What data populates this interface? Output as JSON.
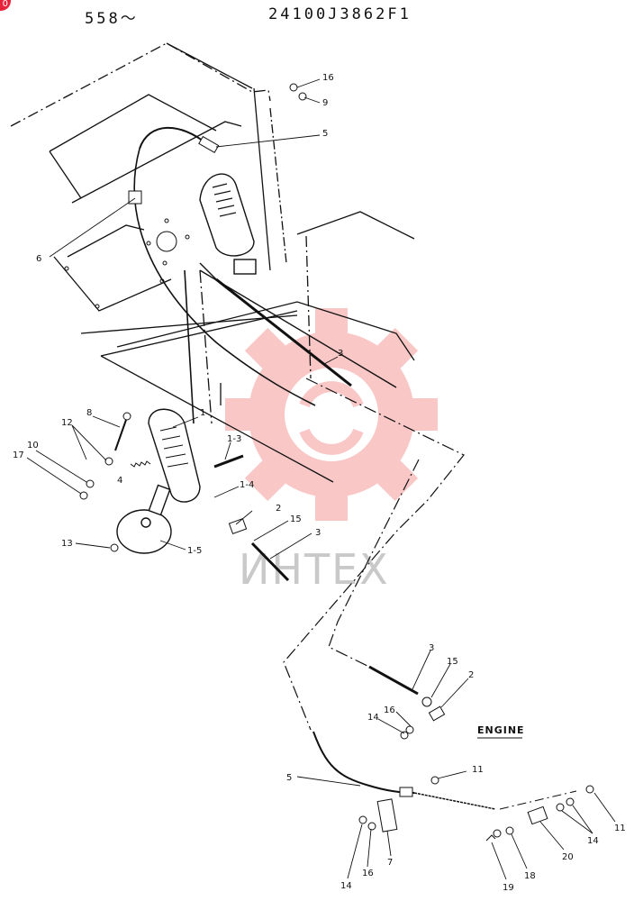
{
  "header": {
    "serial_range": "558～",
    "part_number": "24100J3862F1",
    "corner_badge": "0"
  },
  "watermark": {
    "text": "ИНТЕХ",
    "color": "#ef3b3b"
  },
  "engine_label": "ENGINE",
  "callouts": [
    {
      "id": "c16a",
      "text": "16"
    },
    {
      "id": "c9",
      "text": "9"
    },
    {
      "id": "c5a",
      "text": "5"
    },
    {
      "id": "c6",
      "text": "6"
    },
    {
      "id": "c3a",
      "text": "3"
    },
    {
      "id": "c8",
      "text": "8"
    },
    {
      "id": "c1",
      "text": "1"
    },
    {
      "id": "c12",
      "text": "12"
    },
    {
      "id": "c1-3",
      "text": "1-3"
    },
    {
      "id": "c10",
      "text": "10"
    },
    {
      "id": "c17",
      "text": "17"
    },
    {
      "id": "c4",
      "text": "4"
    },
    {
      "id": "c1-4",
      "text": "1-4"
    },
    {
      "id": "c2a",
      "text": "2"
    },
    {
      "id": "c15a",
      "text": "15"
    },
    {
      "id": "c3b",
      "text": "3"
    },
    {
      "id": "c13",
      "text": "13"
    },
    {
      "id": "c1-5",
      "text": "1-5"
    },
    {
      "id": "c3c",
      "text": "3"
    },
    {
      "id": "c15b",
      "text": "15"
    },
    {
      "id": "c2b",
      "text": "2"
    },
    {
      "id": "c16b",
      "text": "16"
    },
    {
      "id": "c14a",
      "text": "14"
    },
    {
      "id": "c5b",
      "text": "5"
    },
    {
      "id": "c11a",
      "text": "11"
    },
    {
      "id": "c11b",
      "text": "11"
    },
    {
      "id": "c14b",
      "text": "14"
    },
    {
      "id": "c20",
      "text": "20"
    },
    {
      "id": "c18",
      "text": "18"
    },
    {
      "id": "c19",
      "text": "19"
    },
    {
      "id": "c7",
      "text": "7"
    },
    {
      "id": "c16c",
      "text": "16"
    },
    {
      "id": "c14c",
      "text": "14"
    }
  ]
}
